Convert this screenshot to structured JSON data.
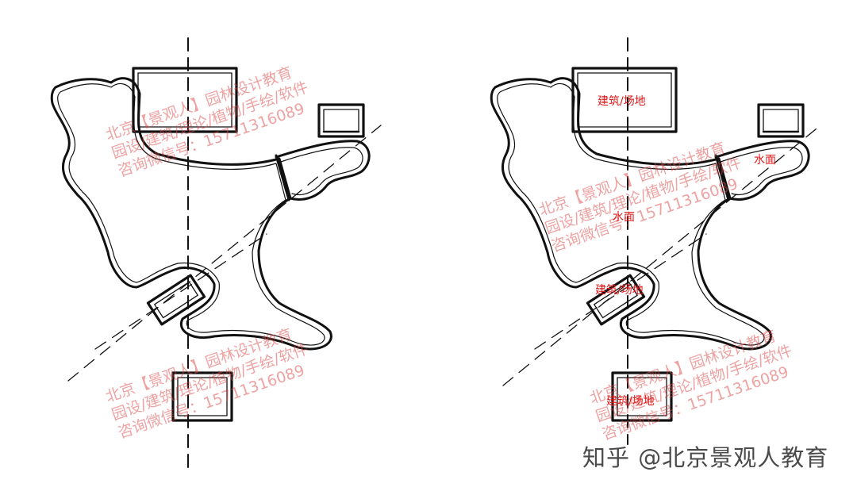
{
  "watermark": {
    "line1": "北京【景观人】园林设计教育",
    "line2": "园设/建筑/理论/植物/手绘/软件",
    "line3": "咨询微信号：15711316089"
  },
  "labels": {
    "building_top": "建筑/场地",
    "water_right": "水面",
    "water_center": "水面",
    "building_middle": "建筑/场地",
    "building_bottom": "建筑/场地"
  },
  "footer": {
    "text": "知乎 @北京景观人教育"
  },
  "colors": {
    "ink": "#111111",
    "label_red": "#e21818",
    "watermark_red": "#de4646"
  }
}
